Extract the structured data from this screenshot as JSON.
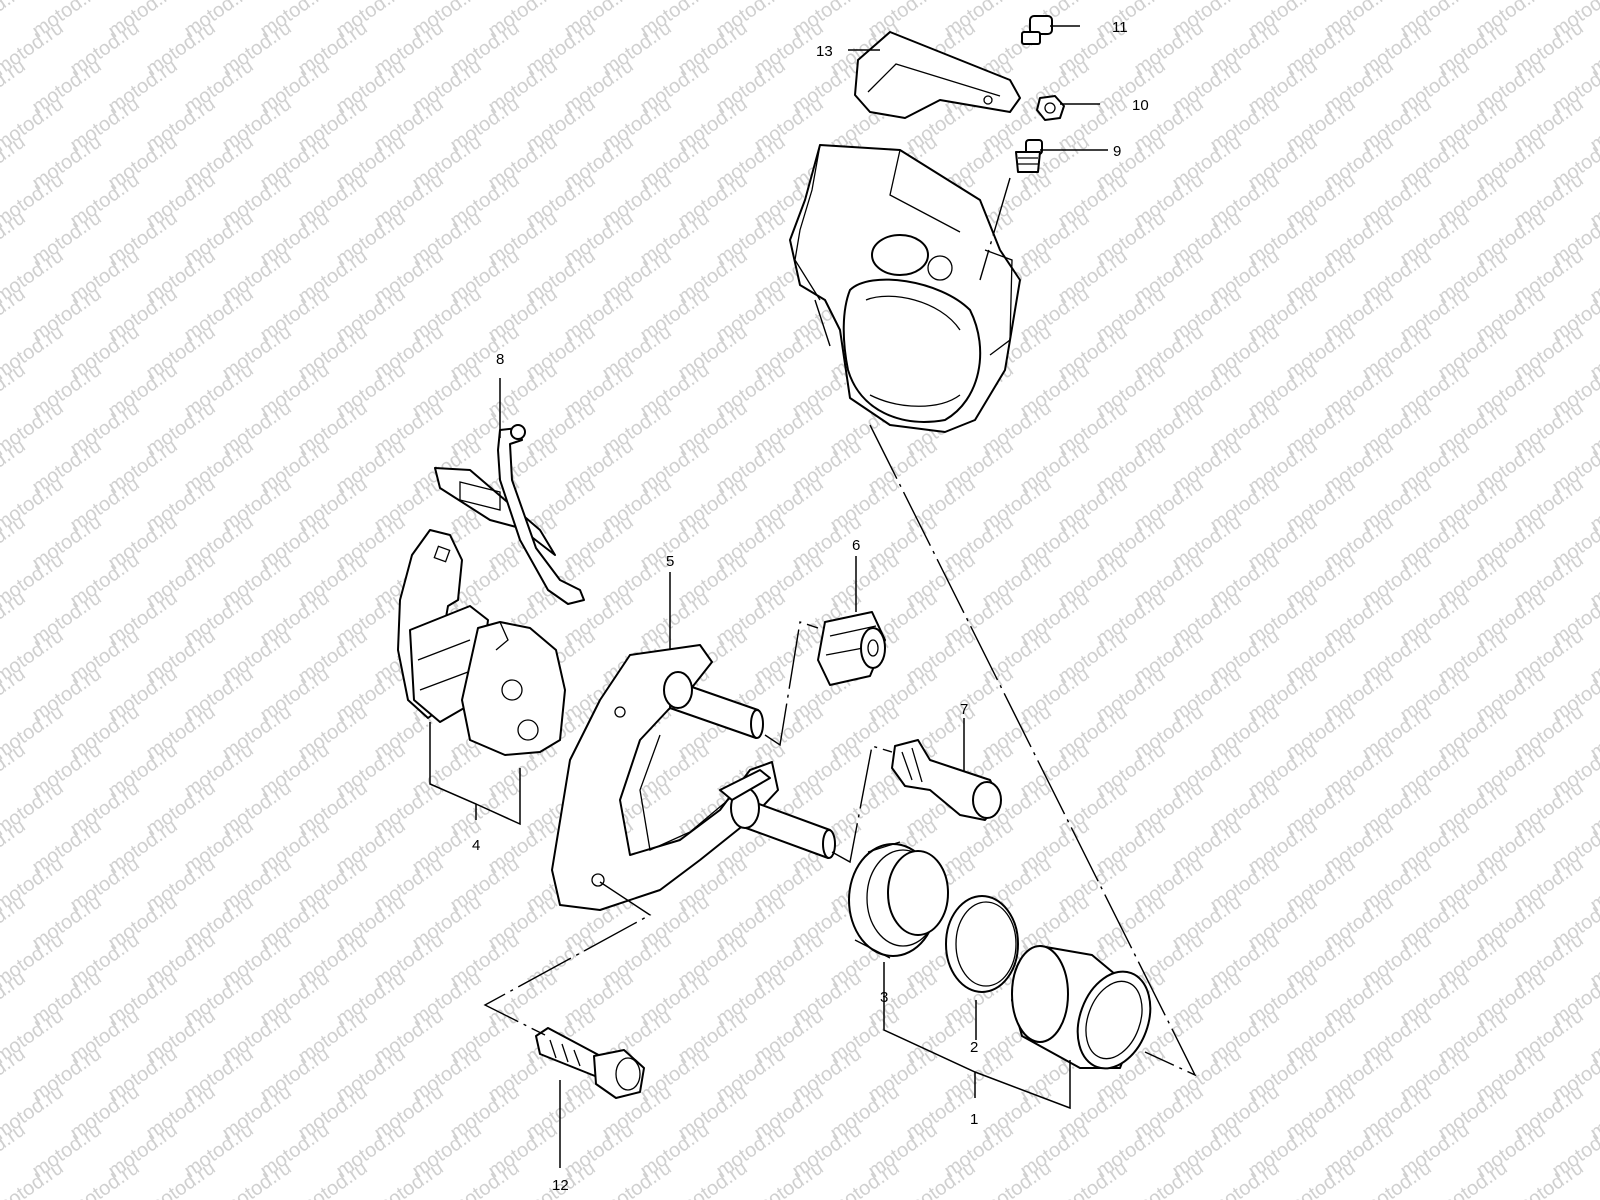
{
  "watermark": "motod.ru",
  "callouts": {
    "c1": "1",
    "c2": "2",
    "c3": "3",
    "c4": "4",
    "c5": "5",
    "c6": "6",
    "c7": "7",
    "c8": "8",
    "c9": "9",
    "c10": "10",
    "c11": "11",
    "c12": "12",
    "c13": "13"
  }
}
